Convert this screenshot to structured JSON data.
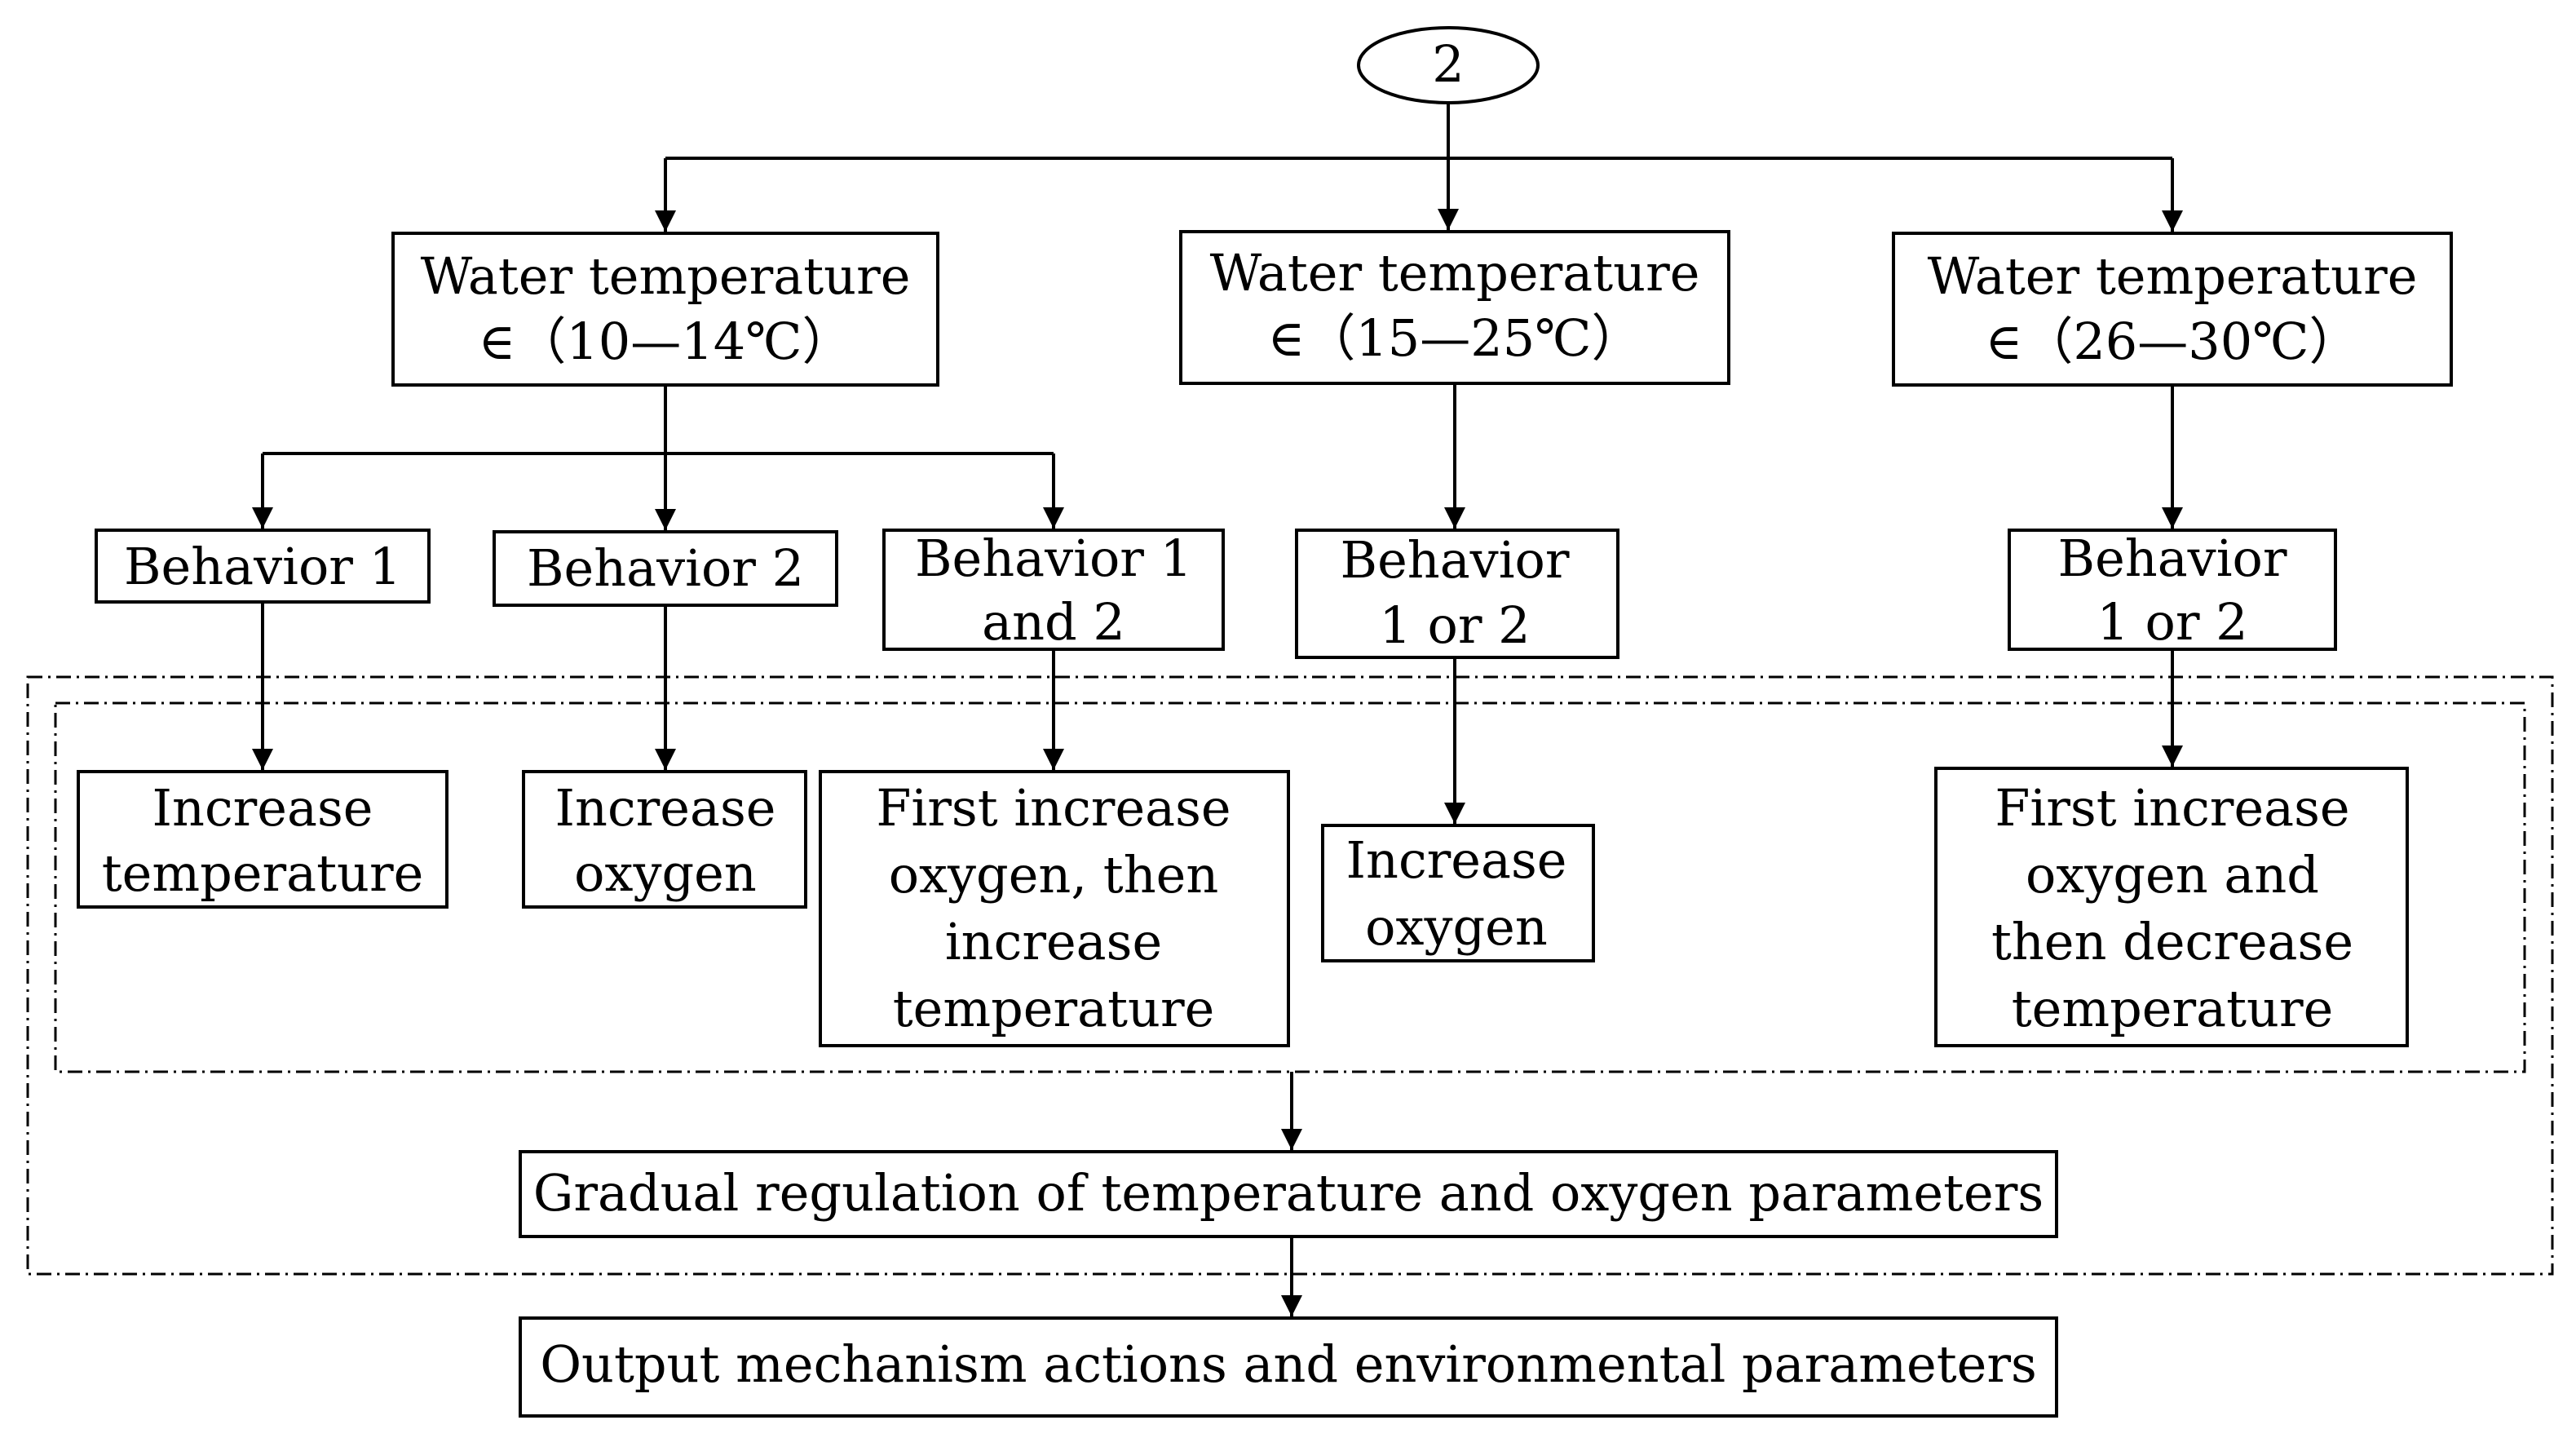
{
  "start_node": "2",
  "temperature_ranges": [
    {
      "line1": "Water temperature",
      "line2": "∈（10—14℃）"
    },
    {
      "line1": "Water temperature",
      "line2": "∈（15—25℃）"
    },
    {
      "line1": "Water temperature",
      "line2": "∈（26—30℃）"
    }
  ],
  "behaviors": [
    {
      "lines": [
        "Behavior 1"
      ]
    },
    {
      "lines": [
        "Behavior 2"
      ]
    },
    {
      "lines": [
        "Behavior 1",
        "and 2"
      ]
    },
    {
      "lines": [
        "Behavior",
        "1 or 2"
      ]
    },
    {
      "lines": [
        "Behavior",
        "1 or 2"
      ]
    }
  ],
  "actions": [
    {
      "lines": [
        "Increase",
        "temperature"
      ]
    },
    {
      "lines": [
        "Increase",
        "oxygen"
      ]
    },
    {
      "lines": [
        "First increase",
        "oxygen, then",
        "increase",
        "temperature"
      ]
    },
    {
      "lines": [
        "Increase",
        "oxygen"
      ]
    },
    {
      "lines": [
        "First increase",
        "oxygen and",
        "then decrease",
        "temperature"
      ]
    }
  ],
  "regulation": "Gradual regulation of temperature and oxygen parameters",
  "output": "Output mechanism actions and environmental parameters"
}
